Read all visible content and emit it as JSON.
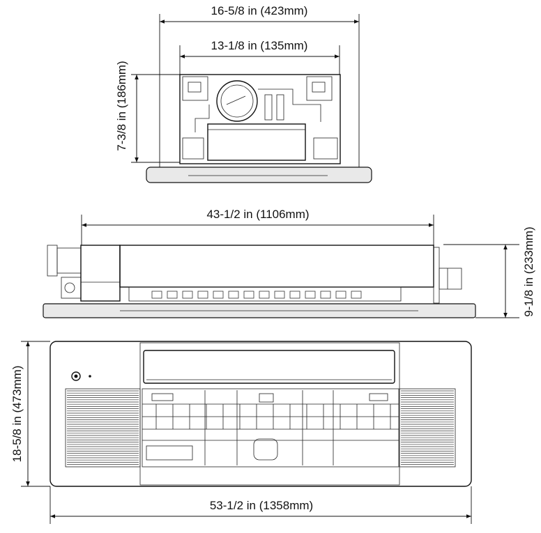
{
  "dimensions": {
    "top_width_outer": "16-5/8 in (423mm)",
    "top_width_inner": "13-1/8 in (135mm)",
    "top_height": "7-3/8 in (186mm)",
    "side_length": "43-1/2 in (1106mm)",
    "side_height": "9-1/8 in (233mm)",
    "front_height": "18-5/8 in (473mm)",
    "front_width": "53-1/2 in (1358mm)"
  }
}
